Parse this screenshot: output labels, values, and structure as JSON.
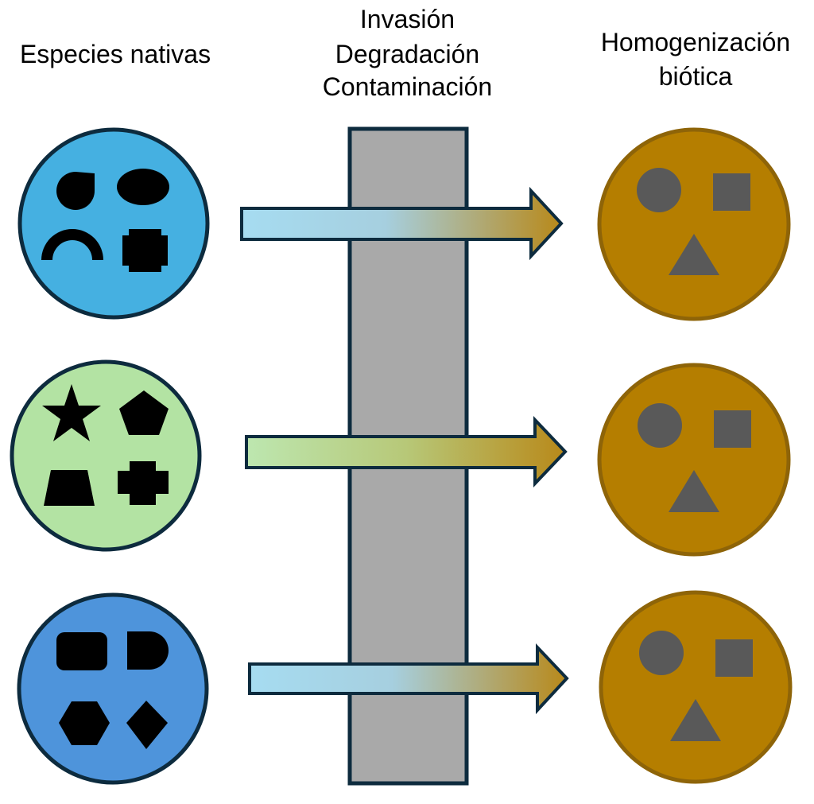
{
  "headings": {
    "left": "Especies nativas",
    "middle": [
      "Invasión",
      "Degradación",
      "Contaminación"
    ],
    "right": [
      "Homogenización",
      "biótica"
    ]
  },
  "colors": {
    "barrier_fill": "#a9a9a9",
    "barrier_stroke": "#0d2b3e",
    "native_community_1": "#45b0e1",
    "native_community_2": "#b3e3a3",
    "native_community_3": "#4e94db",
    "homogenized_fill": "#b57e00",
    "homogenized_stroke": "#8e6408",
    "species_native": "#000000",
    "species_homogenized": "#595959",
    "arrow_start": "#a6dcf1",
    "arrow_end": "#b8891a"
  },
  "native_communities": [
    {
      "icons": [
        "teardrop-icon",
        "ellipse-icon",
        "arch-icon",
        "octagon-icon"
      ]
    },
    {
      "icons": [
        "star-icon",
        "pentagon-icon",
        "trapezoid-icon",
        "cross-icon"
      ]
    },
    {
      "icons": [
        "rounded-rectangle-icon",
        "d-shape-icon",
        "hexagon-icon",
        "diamond-icon"
      ]
    }
  ],
  "homogenized_communities": [
    {
      "icons": [
        "circle-icon",
        "square-icon",
        "triangle-icon"
      ]
    },
    {
      "icons": [
        "circle-icon",
        "square-icon",
        "triangle-icon"
      ]
    },
    {
      "icons": [
        "circle-icon",
        "square-icon",
        "triangle-icon"
      ]
    }
  ]
}
